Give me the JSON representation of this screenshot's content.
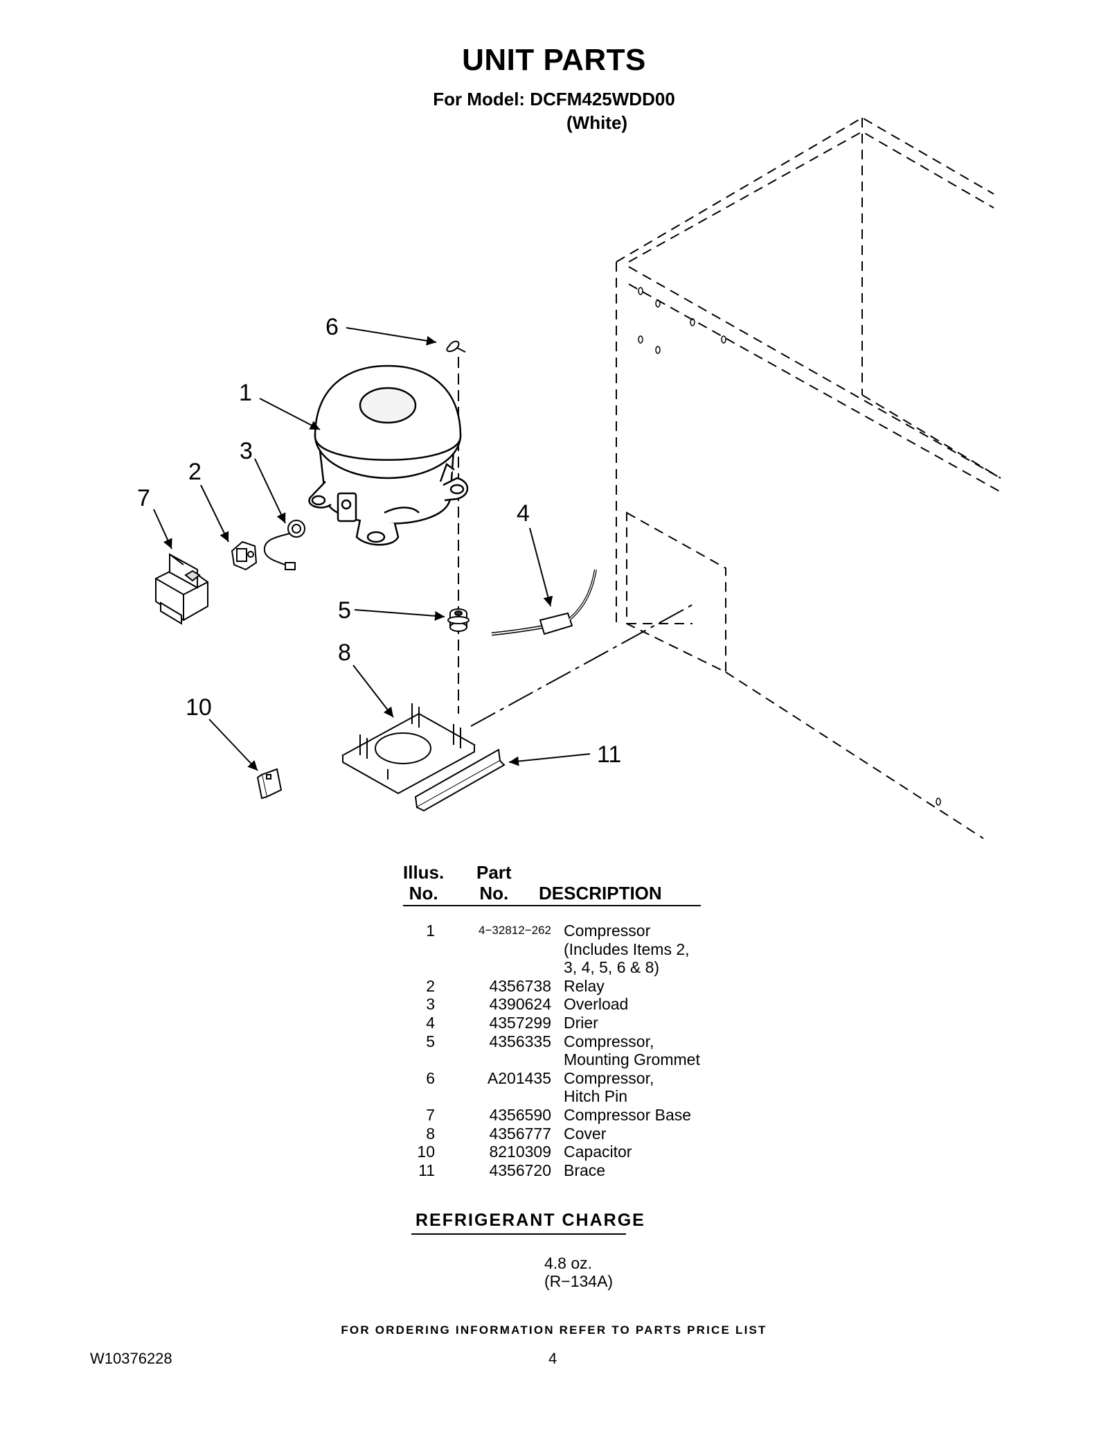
{
  "header": {
    "title": "UNIT PARTS",
    "model_line": "For Model: DCFM425WDD00",
    "color_line": "(White)"
  },
  "callouts": [
    "1",
    "2",
    "3",
    "4",
    "5",
    "6",
    "7",
    "8",
    "10",
    "11"
  ],
  "parts_table": {
    "col_illus": "Illus.\nNo.",
    "col_part": "Part\nNo.",
    "col_desc": "DESCRIPTION",
    "rows": [
      {
        "illus": "1",
        "part": "4−32812−262",
        "desc": "Compressor\n(Includes Items 2,\n3, 4, 5, 6 & 8)"
      },
      {
        "illus": "2",
        "part": "4356738",
        "desc": "Relay"
      },
      {
        "illus": "3",
        "part": "4390624",
        "desc": "Overload"
      },
      {
        "illus": "4",
        "part": "4357299",
        "desc": "Drier"
      },
      {
        "illus": "5",
        "part": "4356335",
        "desc": "Compressor,\nMounting Grommet"
      },
      {
        "illus": "6",
        "part": "A201435",
        "desc": "Compressor,\nHitch Pin"
      },
      {
        "illus": "7",
        "part": "4356590",
        "desc": "Compressor Base"
      },
      {
        "illus": "8",
        "part": "4356777",
        "desc": "Cover"
      },
      {
        "illus": "10",
        "part": "8210309",
        "desc": "Capacitor"
      },
      {
        "illus": "11",
        "part": "4356720",
        "desc": "Brace"
      }
    ]
  },
  "refrigerant": {
    "title": "REFRIGERANT CHARGE",
    "amount": "4.8 oz.",
    "type": "(R−134A)"
  },
  "footer": {
    "note": "FOR ORDERING INFORMATION REFER TO PARTS PRICE LIST",
    "doc_id": "W10376228",
    "page": "4"
  }
}
